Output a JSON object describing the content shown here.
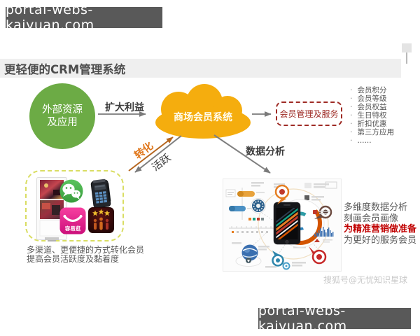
{
  "badges": {
    "top": "portal-webs-kaiyuan.com",
    "bottom": "portal-webs-kaiyuan.com"
  },
  "header": {
    "title": "更轻便的CRM管理系统"
  },
  "flow": {
    "external": {
      "line1": "外部资源",
      "line2": "及应用"
    },
    "expand_label": "扩大利益",
    "cloud_label": "商场会员系统",
    "service_label": "会员管理及服务",
    "service_items": [
      "会员积分",
      "会员等级",
      "会员权益",
      "生日特权",
      "折扣优惠",
      "第三方应用",
      "......"
    ],
    "convert_label": "转化",
    "active_label": "活跃",
    "analysis_label": "数据分析"
  },
  "channels": {
    "caption1": "多渠道、更便捷的方式转化会员",
    "caption2": "提高会员活跃度及黏着度",
    "app_label": "容易逛",
    "icons": [
      "kiosk",
      "wechat",
      "pos-terminal",
      "shopping-app",
      "ktv-app"
    ]
  },
  "analysis": {
    "line1": "多维度数据分析",
    "line2": "刻画会员画像",
    "line3": "为精准营销做准备",
    "line4": "为更好的服务会员"
  },
  "credit": "搜狐号@无忧知识星球",
  "colors": {
    "node_green": "#6CAB45",
    "cloud_orange": "#F5AD0E",
    "dashed_red": "#9E2B25",
    "highlight_red": "#C00000",
    "badge_gray": "#595959",
    "convert_orange": "#E0761A",
    "channel_border": "#D9DD62"
  }
}
